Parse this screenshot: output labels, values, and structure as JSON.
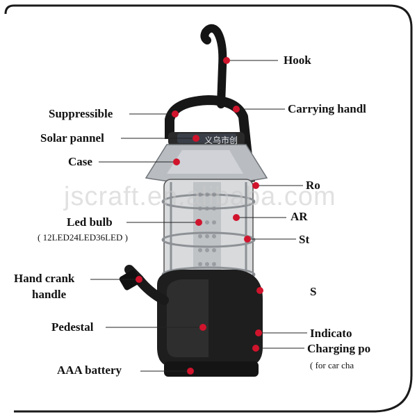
{
  "watermark": "jscraft.en.alibaba.com",
  "panel_text": "义乌市创",
  "colors": {
    "dot": "#d0142c",
    "body": "#1e1e1e",
    "metal": "#b8bcc0",
    "frame": "#111111"
  },
  "labels": {
    "hook": "Hook",
    "carrying_handle": "Carrying handl",
    "suppressible": "Suppressible",
    "solar_panel": "Solar pannel",
    "case": "Case",
    "ring": "Ro",
    "ar": "AR",
    "led_bulb": "Led bulb",
    "led_bulb_note": "( 12LED24LED36LED )",
    "st": "St",
    "hand_crank": "Hand crank",
    "hand_crank_2": "handle",
    "s_label": "S",
    "pedestal": "Pedestal",
    "indicator": "Indicato",
    "charging": "Charging po",
    "charging_note": "( for car cha",
    "aaa_battery": "AAA battery"
  }
}
